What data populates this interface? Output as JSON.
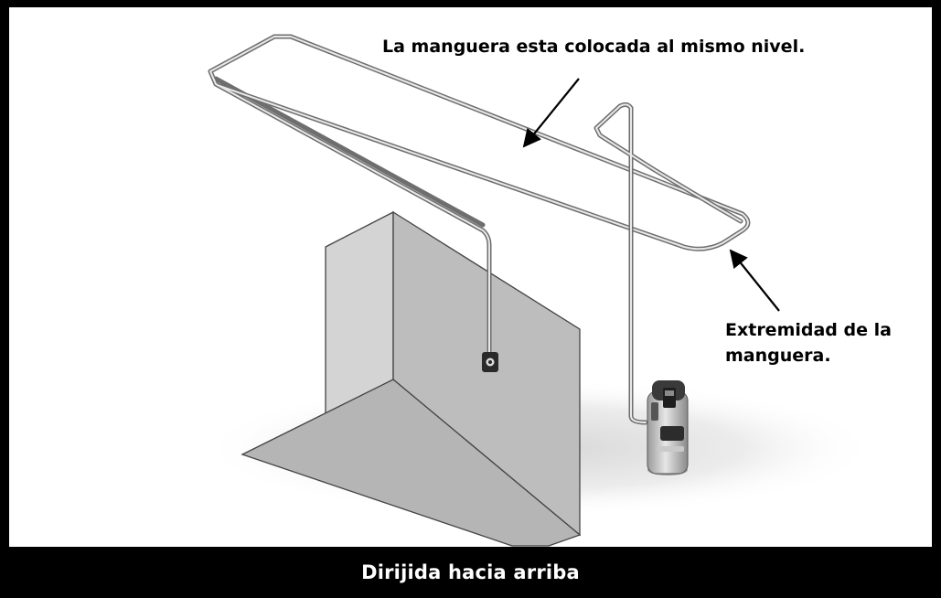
{
  "labels": {
    "hose_level": "La manguera esta colocada al mismo nivel.",
    "hose_end_line1": "Extremidad de la",
    "hose_end_line2": "manguera."
  },
  "footer": {
    "title": "Dirijida hacia arriba"
  },
  "colors": {
    "background": "#000000",
    "panel": "#ffffff",
    "wall": "#c8c8c8",
    "floor": "#b8b8b8",
    "hose": "#7a7a7a"
  }
}
